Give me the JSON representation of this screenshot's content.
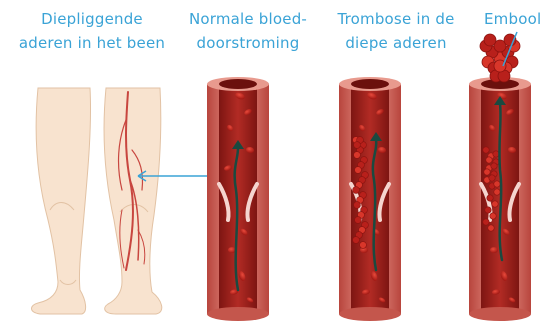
{
  "labels": {
    "legs_line1": "Diepliggende",
    "legs_line2": "aderen in het been",
    "normal_line1": "Normale bloed-",
    "normal_line2": "doorstroming",
    "thrombosis_line1": "Trombose in de",
    "thrombosis_line2": "diepe aderen",
    "embolus": "Embool"
  },
  "colors": {
    "label_text": "#3aa3d6",
    "pointer": "#3aa3d6",
    "skin": "#f8e3cf",
    "vein": "#c8463f",
    "vessel_wall": "#e08a7f",
    "vessel_lumen": "#a3241f",
    "blood_cell": "#c9201c",
    "flow_arrow": "#1a4a40",
    "valve": "#f5d5cf"
  }
}
